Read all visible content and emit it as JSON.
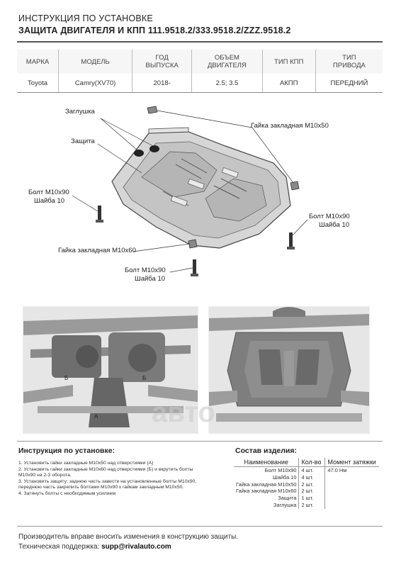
{
  "header": {
    "title_line1": "ИНСТРУКЦИЯ ПО УСТАНОВКЕ",
    "title_line2": "ЗАЩИТА ДВИГАТЕЛЯ И КПП 111.9518.2/333.9518.2/ZZZ.9518.2"
  },
  "info_table": {
    "headers": [
      [
        "МАРКА",
        ""
      ],
      [
        "МОДЕЛЬ",
        ""
      ],
      [
        "ГОД",
        "ВЫПУСКА"
      ],
      [
        "ОБЪЕМ",
        "ДВИГАТЕЛЯ"
      ],
      [
        "ТИП КПП",
        ""
      ],
      [
        "ТИП",
        "ПРИВОДА"
      ]
    ],
    "values": [
      "Toyota",
      "Camry(XV70)",
      "2018-",
      "2.5; 3.5",
      "АКПП",
      "ПЕРЕДНИЙ"
    ]
  },
  "diagram": {
    "labels": {
      "zaglushka": "Заглушка",
      "zashita": "Защита",
      "gaika_m10x50": "Гайка закладная М10х50",
      "bolt_left_1": "Болт М10х90",
      "bolt_left_2": "Шайба 10",
      "bolt_right_1": "Болт М10х90",
      "bolt_right_2": "Шайба 10",
      "gaika_m10x60": "Гайка закладная М10х60",
      "bolt_bottom_1": "Болт М10х90",
      "bolt_bottom_2": "Шайба 10"
    }
  },
  "photos": {
    "left_marks": [
      "Б",
      "Б",
      "А"
    ],
    "watermark": "авто"
  },
  "instructions": {
    "title": "Инструкция по установке:",
    "lines": [
      "1. Установить гайки закладные М10х50 над отверстиями (А)",
      "2. Установить гайки закладные М10х60 над отверстиями (Б) и вкрутить болты",
      "М10х90 на 2-3 оборота.",
      "3. Установить защиту: заднюю часть завести на установленные болты М10х90,",
      "переднюю часть закрепить болтами М10х90 к гайкам закладным М10х50.",
      "4. Затянуть болты с необходимым усилием"
    ]
  },
  "composition": {
    "title": "Состав изделия:",
    "headers": [
      "Наименование",
      "Кол-во",
      "Момент затяжки"
    ],
    "rows": [
      [
        "Болт М10х90",
        "4 шт.",
        "47.0 Нм"
      ],
      [
        "Шайба 10",
        "4 шт.",
        ""
      ],
      [
        "Гайка закладная М10х50",
        "2 шт.",
        ""
      ],
      [
        "Гайка закладная М10х60",
        "2 шт.",
        ""
      ],
      [
        "Защита",
        "1 шт.",
        ""
      ],
      [
        "Заглушка",
        "2 шт.",
        ""
      ]
    ]
  },
  "footer": {
    "line1": "Производитель вправе вносить изменения в конструкцию защиты.",
    "support_label": "Техническая поддержка: ",
    "support_email": "supp@rivalauto.com"
  }
}
